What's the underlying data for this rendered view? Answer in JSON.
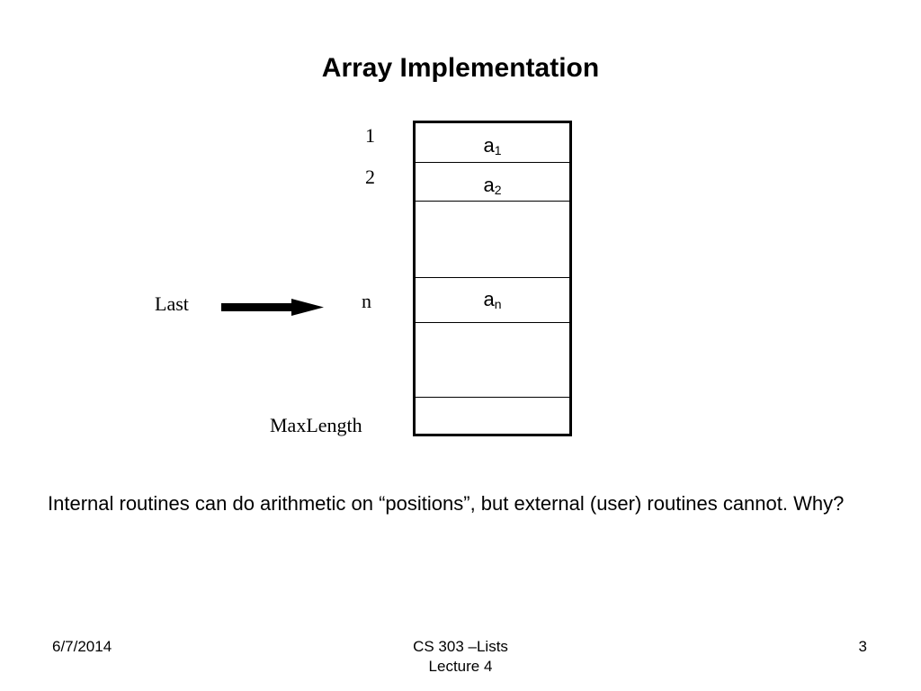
{
  "slide": {
    "title": "Array Implementation",
    "body": "Internal routines can do arithmetic on “positions”, but external (user) routines cannot.  Why?"
  },
  "diagram": {
    "indices": {
      "first": "1",
      "second": "2",
      "last_position": "n",
      "max": "MaxLength"
    },
    "pointer_label": "Last",
    "cells": [
      {
        "base": "a",
        "sub": "1"
      },
      {
        "base": "a",
        "sub": "2"
      },
      {
        "base": "a",
        "sub": "n"
      }
    ]
  },
  "footer": {
    "date": "6/7/2014",
    "course": "CS 303 –Lists",
    "lecture": "Lecture 4",
    "page": "3"
  }
}
